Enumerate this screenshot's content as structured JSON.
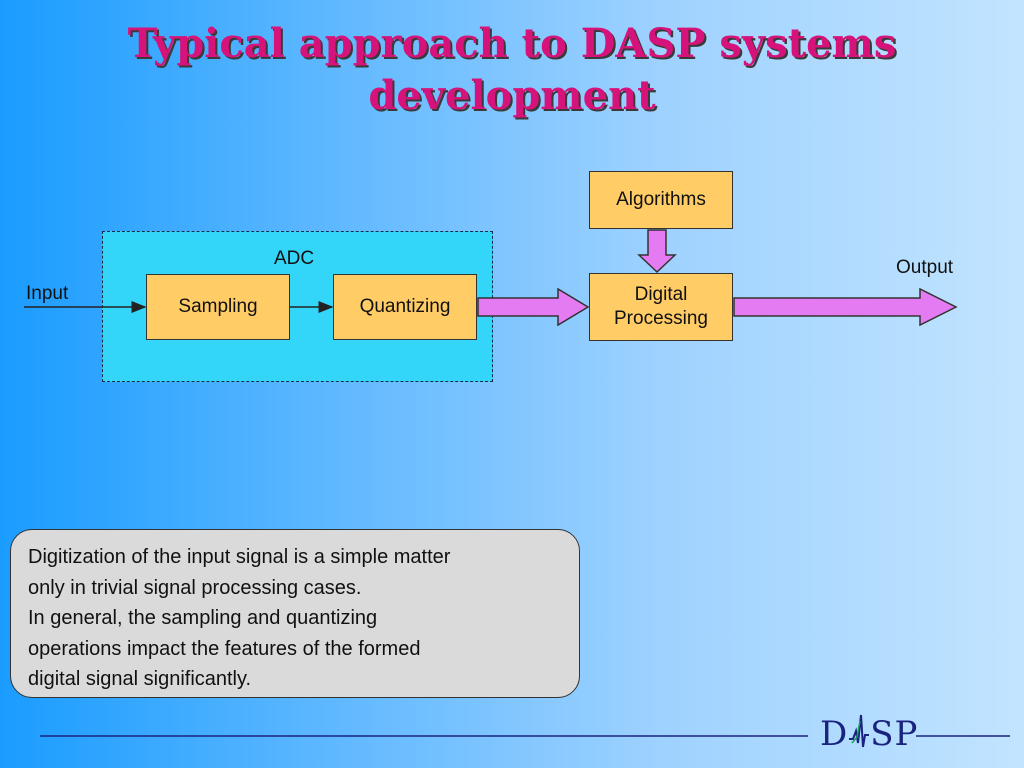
{
  "title": {
    "line1": "Typical approach to DASP systems",
    "line2": "development"
  },
  "diagram": {
    "adc_label": "ADC",
    "input_label": "Input",
    "output_label": "Output",
    "blocks": {
      "sampling": "Sampling",
      "quantizing": "Quantizing",
      "algorithms": "Algorithms",
      "digital_processing_line1": "Digital",
      "digital_processing_line2": "Processing"
    },
    "colors": {
      "block_fill": "#ffcc66",
      "adc_fill": "#33d6f9",
      "arrow_fill": "#e57bf2",
      "title": "#d6137a"
    }
  },
  "note": {
    "lines": [
      "Digitization of the input signal is a simple matter",
      "only in trivial signal processing cases.",
      "In general, the sampling  and quantizing",
      "operations impact the features of the formed",
      "digital signal significantly."
    ]
  },
  "footer": {
    "logo_text_left": "D",
    "logo_text_right": "SP",
    "logo_icon": "waveform-icon"
  }
}
